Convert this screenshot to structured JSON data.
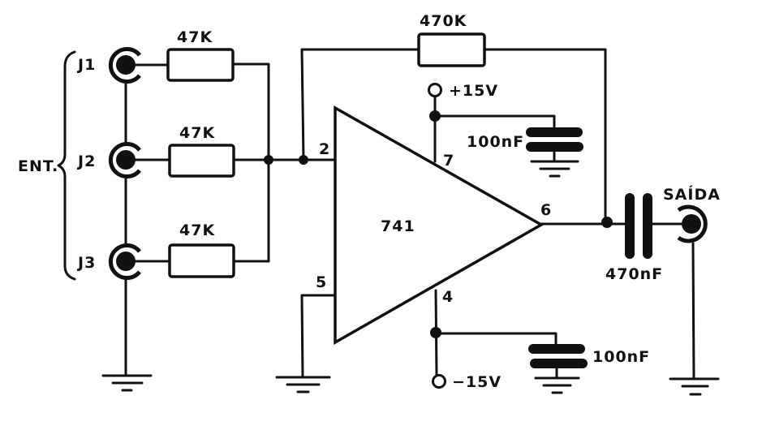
{
  "diagram": {
    "type": "circuit-schematic",
    "title": "741 op-amp audio mixer (3 inputs)",
    "input_group_label": "ENT.",
    "output_label": "SAÍDA",
    "connectors": [
      {
        "id": "J1",
        "label": "J1"
      },
      {
        "id": "J2",
        "label": "J2"
      },
      {
        "id": "J3",
        "label": "J3"
      },
      {
        "id": "OUT",
        "label": "SAÍDA"
      }
    ],
    "components": {
      "r_in_1": {
        "label": "47K"
      },
      "r_in_2": {
        "label": "47K"
      },
      "r_in_3": {
        "label": "47K"
      },
      "r_feedback": {
        "label": "470K"
      },
      "opamp": {
        "label": "741"
      },
      "c_pos": {
        "label": "100nF"
      },
      "c_neg": {
        "label": "100nF"
      },
      "c_out": {
        "label": "470nF"
      }
    },
    "pins": {
      "inv_input": "2",
      "noninv_input": "5",
      "v_pos": "7",
      "v_neg": "4",
      "output": "6"
    },
    "supplies": {
      "positive": "+15V",
      "negative": "−15V"
    },
    "connections": [
      [
        "J1",
        "r_in_1"
      ],
      [
        "J2",
        "r_in_2"
      ],
      [
        "J3",
        "r_in_3"
      ],
      [
        "r_in_1",
        "summing_node"
      ],
      [
        "r_in_2",
        "summing_node"
      ],
      [
        "r_in_3",
        "summing_node"
      ],
      [
        "summing_node",
        "opamp.2"
      ],
      [
        "opamp.2",
        "r_feedback"
      ],
      [
        "r_feedback",
        "opamp.6"
      ],
      [
        "opamp.5",
        "GND"
      ],
      [
        "opamp.7",
        "+15V"
      ],
      [
        "opamp.4",
        "−15V"
      ],
      [
        "+15V",
        "c_pos"
      ],
      [
        "c_pos",
        "GND"
      ],
      [
        "−15V",
        "c_neg"
      ],
      [
        "c_neg",
        "GND"
      ],
      [
        "opamp.6",
        "c_out"
      ],
      [
        "c_out",
        "OUT"
      ],
      [
        "OUT.shield",
        "GND"
      ],
      [
        "J1.shield",
        "J2.shield"
      ],
      [
        "J2.shield",
        "J3.shield"
      ],
      [
        "J3.shield",
        "GND"
      ]
    ]
  }
}
